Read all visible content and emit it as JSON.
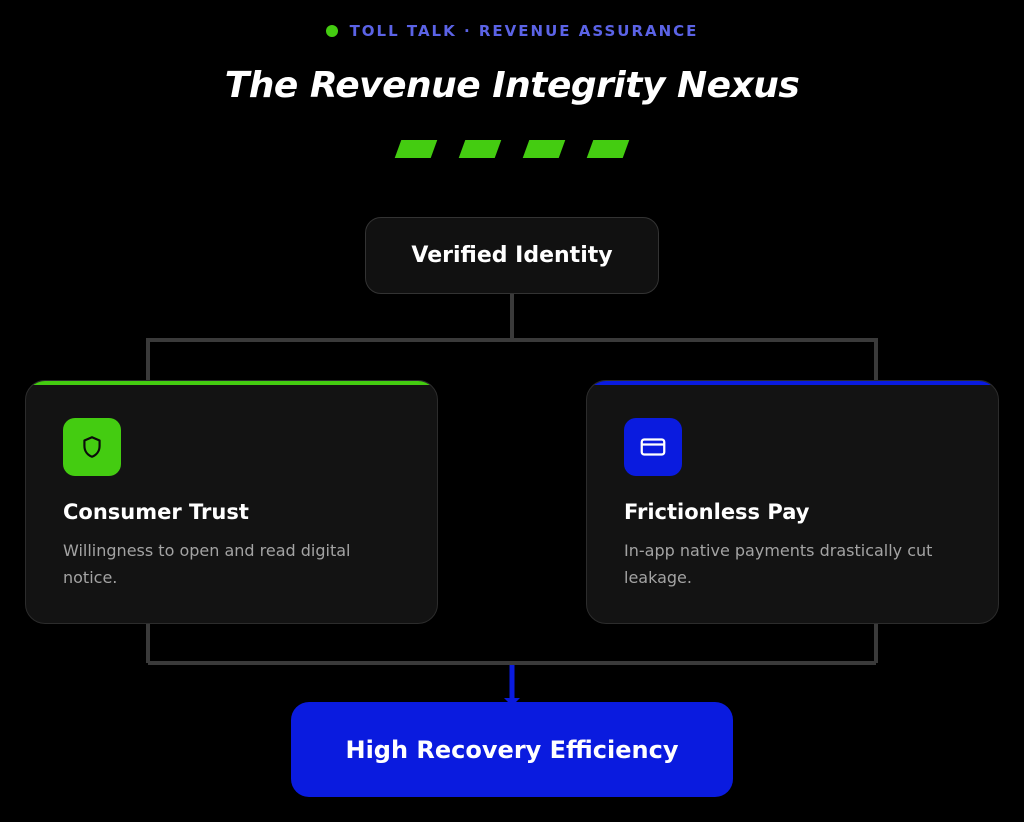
{
  "header": {
    "eyebrow": "TOLL TALK · REVENUE ASSURANCE",
    "title": "The Revenue Integrity Nexus"
  },
  "nodes": {
    "top": {
      "label": "Verified Identity"
    },
    "left": {
      "title": "Consumer Trust",
      "description": "Willingness to open and read digital notice.",
      "icon": "shield-icon"
    },
    "right": {
      "title": "Frictionless Pay",
      "description": "In-app native payments drastically cut leakage.",
      "icon": "credit-card-icon"
    },
    "bottom": {
      "label": "High Recovery Efficiency"
    }
  },
  "colors": {
    "background": "#000000",
    "green": "#44cc11",
    "blue": "#0a1bdf",
    "eyebrow_text": "#5b63e6",
    "card": "#131313",
    "connector": "#3a3a3a",
    "muted_text": "#a3a3a3"
  }
}
